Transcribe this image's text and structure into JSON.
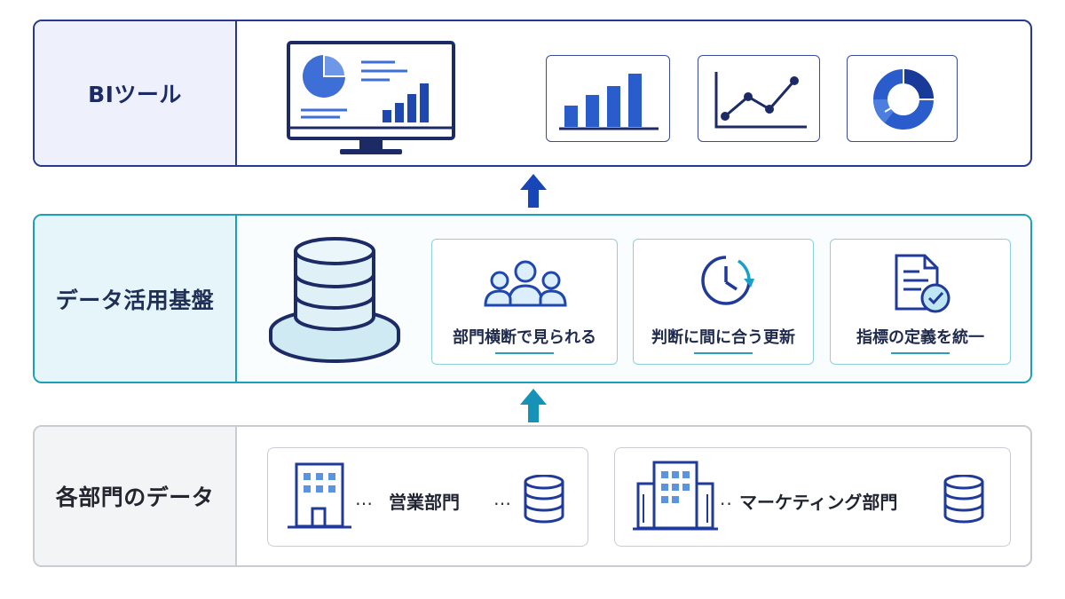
{
  "layers": {
    "bi": {
      "label": "BIツール"
    },
    "platform": {
      "label": "データ活用基盤",
      "features": [
        {
          "text": "部門横断で見られる"
        },
        {
          "text": "判断に間に合う更新"
        },
        {
          "text": "指標の定義を統一"
        }
      ]
    },
    "departments": {
      "label": "各部門のデータ",
      "items": [
        {
          "name": "営業部門",
          "leading": "…",
          "trailing": "…"
        },
        {
          "name": "マーケティング部門",
          "leading": "..",
          "trailing": ""
        }
      ]
    }
  },
  "colors": {
    "bi_border": "#26388f",
    "platform_border": "#1aa0b8",
    "dept_border": "#c9ccd3",
    "arrow_top": "#1846b8",
    "arrow_bottom": "#1692b8"
  },
  "icons": [
    "monitor-dashboard-icon",
    "bar-chart-icon",
    "line-chart-icon",
    "donut-chart-icon",
    "database-icon",
    "team-icon",
    "clock-refresh-icon",
    "document-check-icon",
    "building-icon"
  ]
}
